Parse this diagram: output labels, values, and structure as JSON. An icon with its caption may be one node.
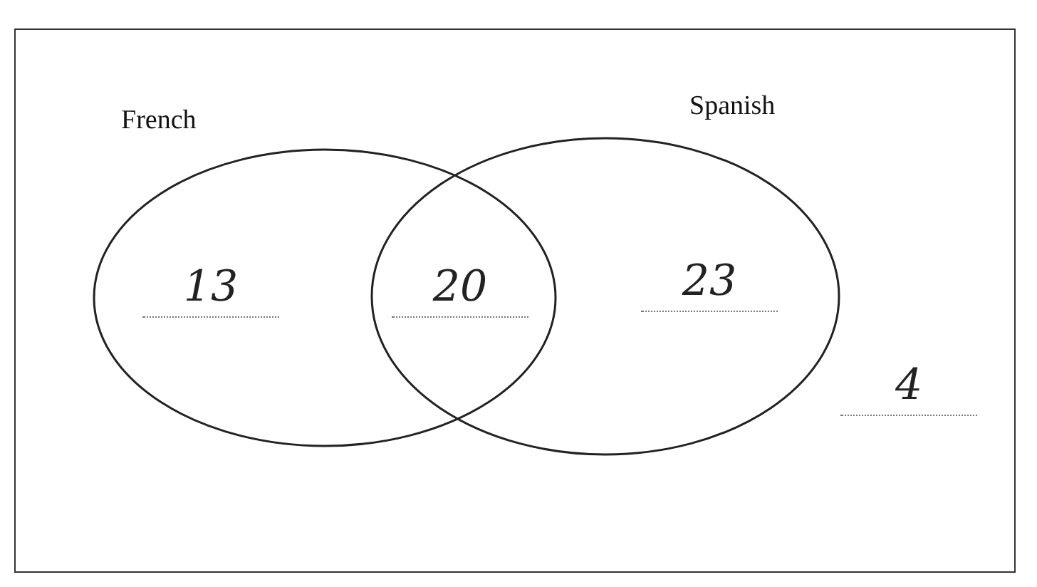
{
  "diagram": {
    "nodes": [
      {
        "text": [
          "French"
        ]
      },
      {
        "text": [
          "Spanish"
        ]
      }
    ],
    "labels": [
      "13",
      "20",
      "23",
      "4"
    ]
  }
}
